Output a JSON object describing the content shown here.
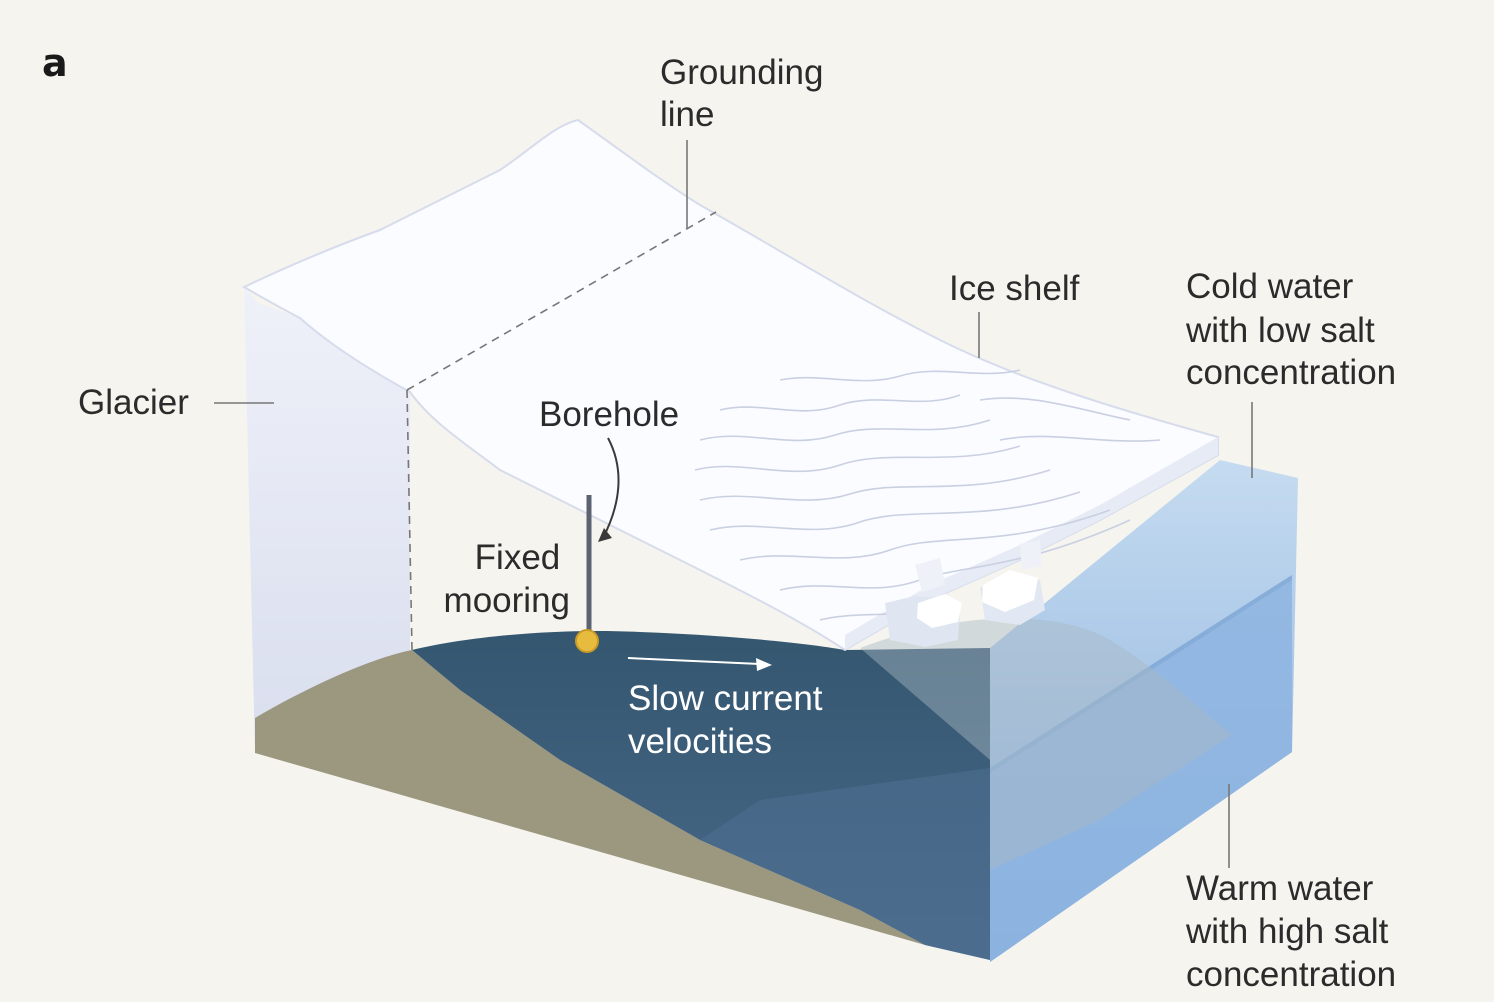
{
  "panel_letter": "a",
  "labels": {
    "grounding_line": [
      "Grounding",
      "line"
    ],
    "glacier": "Glacier",
    "ice_shelf": "Ice shelf",
    "cold_water": [
      "Cold water",
      "with low salt",
      "concentration"
    ],
    "borehole": "Borehole",
    "fixed_mooring": [
      "Fixed",
      "mooring"
    ],
    "slow_current": [
      "Slow current",
      "velocities"
    ],
    "warm_water": [
      "Warm water",
      "with high salt",
      "concentration"
    ]
  },
  "colors": {
    "background": "#f5f4ef",
    "ice_top": "#fbfcff",
    "ice_face": "#e6e9f4",
    "cold_water": "#bcd5ee",
    "warm_water": "#8bb3e0",
    "deep_ocean": "#3d5f7c",
    "seabed": "#9b987f",
    "mooring": "#e7bb3e"
  }
}
